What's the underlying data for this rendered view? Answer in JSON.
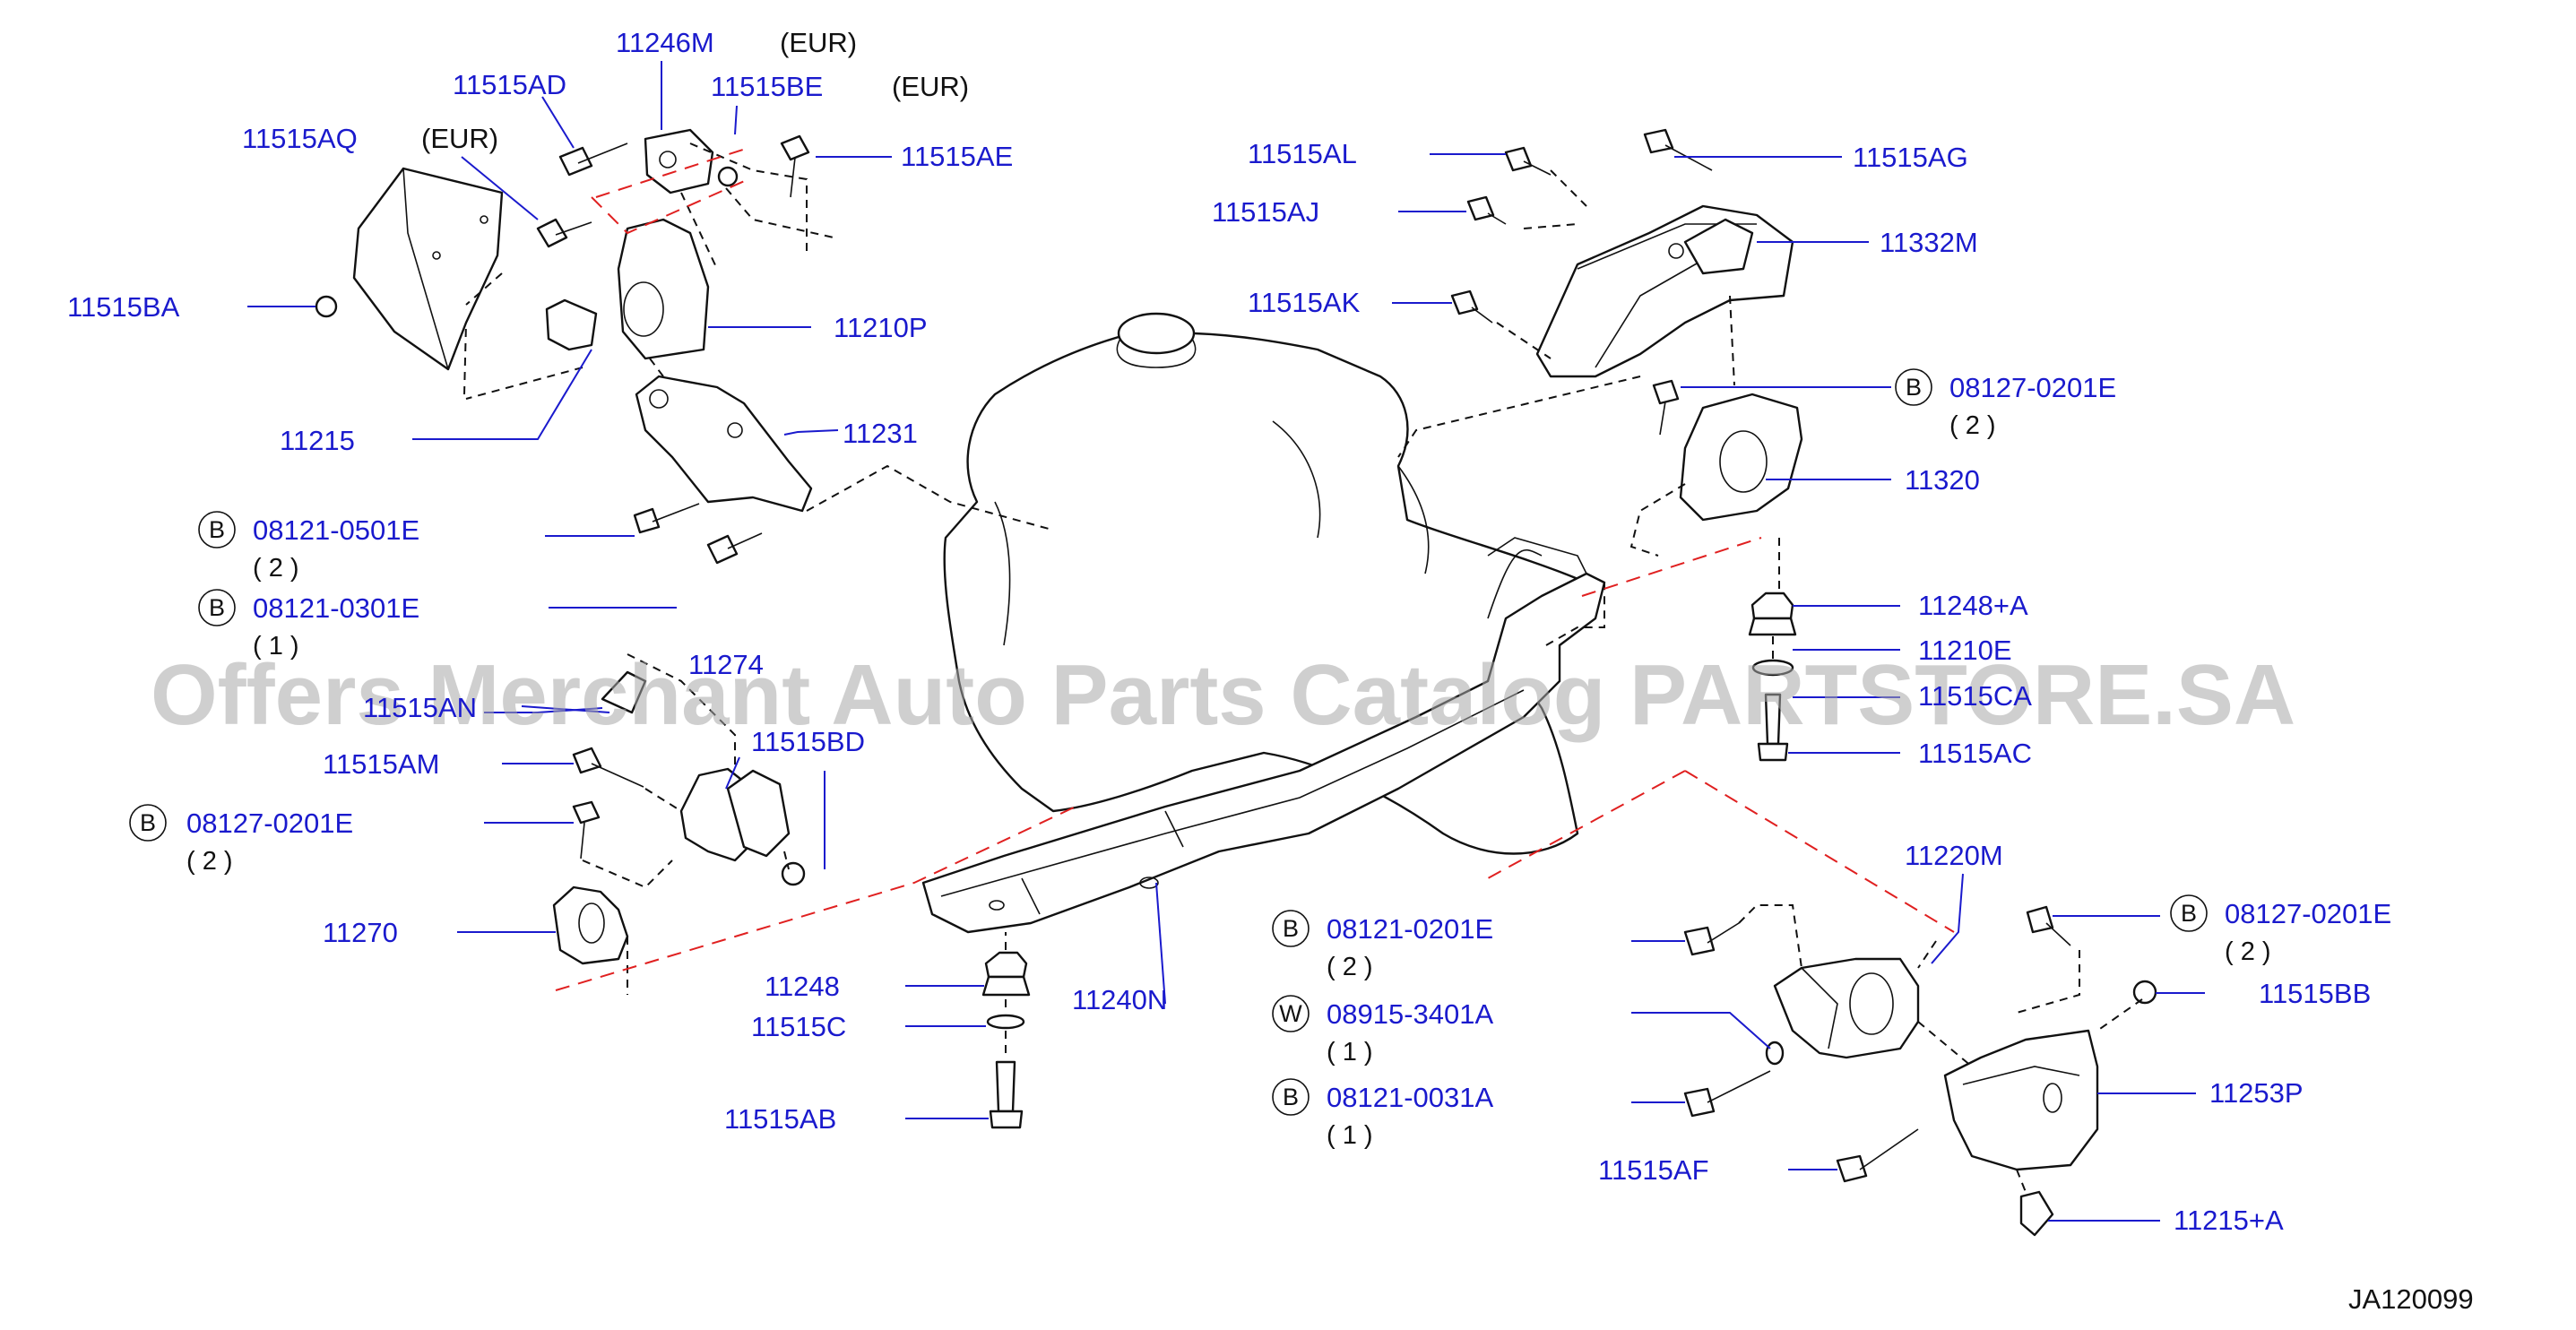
{
  "diagram_code": "JA120099",
  "watermark": "Offers Merchant Auto Parts Catalog PARTSTORE.SA",
  "eur_tag": "(EUR)",
  "parts": [
    {
      "id": "p-11246m",
      "label": "11246M"
    },
    {
      "id": "p-11515ad",
      "label": "11515AD"
    },
    {
      "id": "p-11515be",
      "label": "11515BE"
    },
    {
      "id": "p-11515aq",
      "label": "11515AQ"
    },
    {
      "id": "p-11515ae",
      "label": "11515AE"
    },
    {
      "id": "p-11515ba",
      "label": "11515BA"
    },
    {
      "id": "p-11210p",
      "label": "11210P"
    },
    {
      "id": "p-11215",
      "label": "11215"
    },
    {
      "id": "p-11231",
      "label": "11231"
    },
    {
      "id": "p-11274",
      "label": "11274"
    },
    {
      "id": "p-11515an",
      "label": "11515AN"
    },
    {
      "id": "p-11515am",
      "label": "11515AM"
    },
    {
      "id": "p-11515bd",
      "label": "11515BD"
    },
    {
      "id": "p-11270",
      "label": "11270"
    },
    {
      "id": "p-11248",
      "label": "11248"
    },
    {
      "id": "p-11515c",
      "label": "11515C"
    },
    {
      "id": "p-11515ab",
      "label": "11515AB"
    },
    {
      "id": "p-11240n",
      "label": "11240N"
    },
    {
      "id": "p-11515al",
      "label": "11515AL"
    },
    {
      "id": "p-11515ag",
      "label": "11515AG"
    },
    {
      "id": "p-11515aj",
      "label": "11515AJ"
    },
    {
      "id": "p-11332m",
      "label": "11332M"
    },
    {
      "id": "p-11515ak",
      "label": "11515AK"
    },
    {
      "id": "p-11320",
      "label": "11320"
    },
    {
      "id": "p-11248a",
      "label": "11248+A"
    },
    {
      "id": "p-11210e",
      "label": "11210E"
    },
    {
      "id": "p-11515ca",
      "label": "11515CA"
    },
    {
      "id": "p-11515ac",
      "label": "11515AC"
    },
    {
      "id": "p-11220m",
      "label": "11220M"
    },
    {
      "id": "p-11515bb",
      "label": "11515BB"
    },
    {
      "id": "p-11253p",
      "label": "11253P"
    },
    {
      "id": "p-11515af",
      "label": "11515AF"
    },
    {
      "id": "p-11215a",
      "label": "11215+A"
    }
  ],
  "callouts": [
    {
      "id": "c1",
      "letter": "B",
      "number": "08121-0501E",
      "qty": "( 2 )"
    },
    {
      "id": "c2",
      "letter": "B",
      "number": "08121-0301E",
      "qty": "( 1 )"
    },
    {
      "id": "c3",
      "letter": "B",
      "number": "08127-0201E",
      "qty": "( 2 )"
    },
    {
      "id": "c4",
      "letter": "B",
      "number": "08127-0201E",
      "qty": "( 2 )"
    },
    {
      "id": "c5",
      "letter": "B",
      "number": "08121-0201E",
      "qty": "( 2 )"
    },
    {
      "id": "c6",
      "letter": "W",
      "number": "08915-3401A",
      "qty": "( 1 )"
    },
    {
      "id": "c7",
      "letter": "B",
      "number": "08121-0031A",
      "qty": "( 1 )"
    },
    {
      "id": "c8",
      "letter": "B",
      "number": "08127-0201E",
      "qty": "( 2 )"
    }
  ]
}
